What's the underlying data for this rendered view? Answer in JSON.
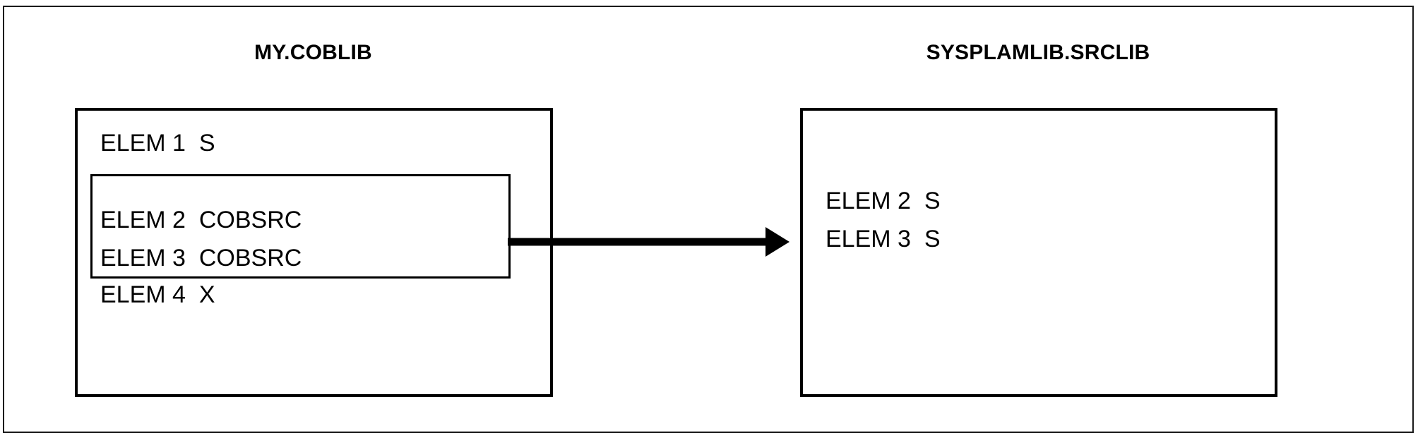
{
  "diagram": {
    "title_left": "MY.COBLIB",
    "title_right": "SYSPLAMLIB.SRCLIB",
    "left_library": {
      "name": "MY.COBLIB",
      "elements": [
        {
          "label": "ELEM 1  S",
          "element": "ELEM 1",
          "type": "S",
          "highlighted": false
        },
        {
          "label": "ELEM 2  COBSRC",
          "element": "ELEM 2",
          "type": "COBSRC",
          "highlighted": true
        },
        {
          "label": "ELEM 3  COBSRC",
          "element": "ELEM 3",
          "type": "COBSRC",
          "highlighted": true
        },
        {
          "label": "ELEM 4  X",
          "element": "ELEM 4",
          "type": "X",
          "highlighted": false
        }
      ]
    },
    "right_library": {
      "name": "SYSPLAMLIB.SRCLIB",
      "elements": [
        {
          "label": "ELEM 2  S",
          "element": "ELEM 2",
          "type": "S"
        },
        {
          "label": "ELEM 3  S",
          "element": "ELEM 3",
          "type": "S"
        }
      ]
    },
    "arrow": {
      "name": "transfer-arrow",
      "direction": "right",
      "from": "MY.COBLIB selected elements",
      "to": "SYSPLAMLIB.SRCLIB"
    },
    "colors": {
      "stroke": "#000000",
      "frame": "#1a1a1a",
      "background": "#ffffff",
      "text": "#000000"
    }
  }
}
